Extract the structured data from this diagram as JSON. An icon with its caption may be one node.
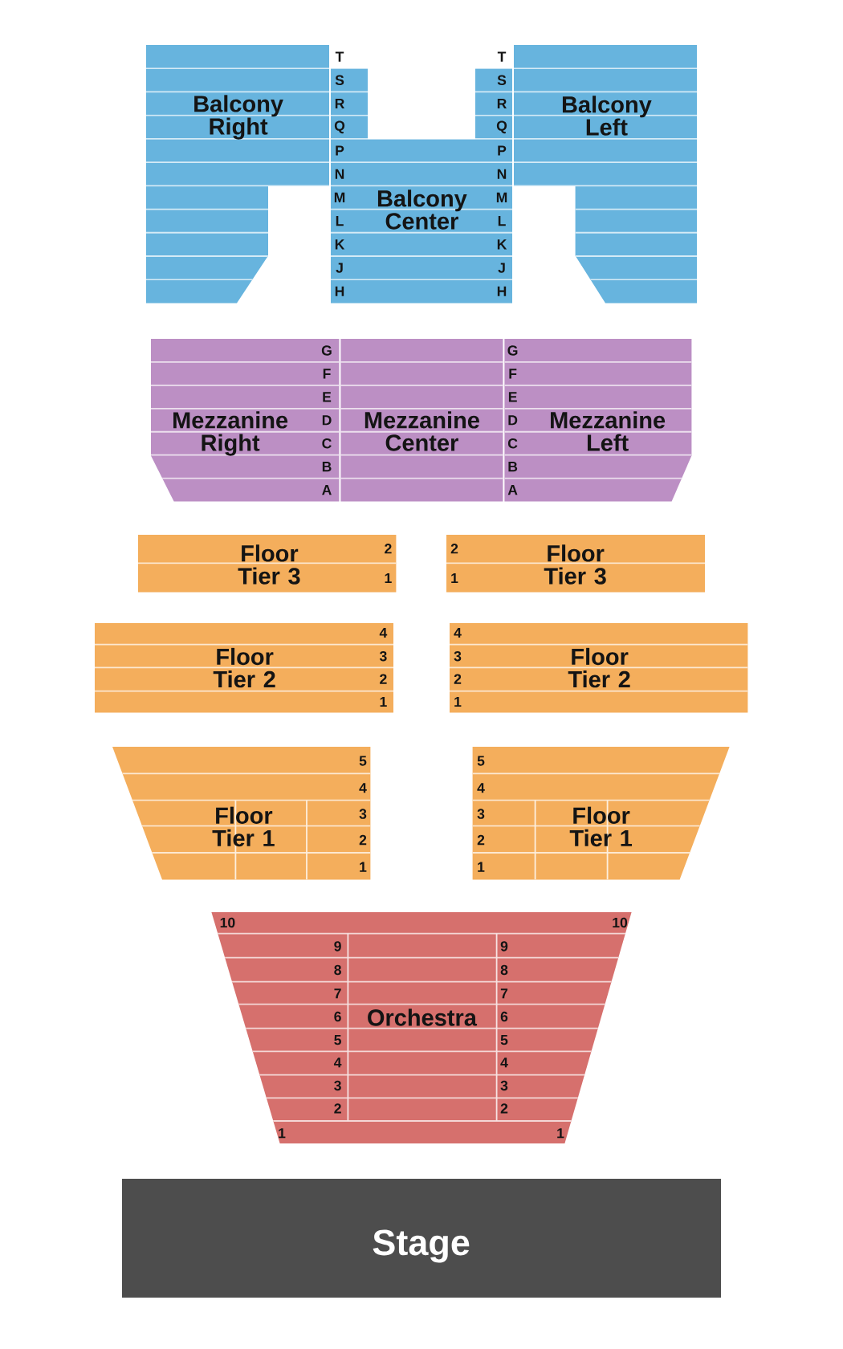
{
  "diagram": {
    "nodes": [
      {
        "text": [
          "Balcony Right"
        ]
      },
      {
        "text": [
          "Balcony Left"
        ]
      },
      {
        "text": [
          "Balcony Center"
        ]
      },
      {
        "text": [
          "Mezzanine Right"
        ]
      },
      {
        "text": [
          "Mezzanine Center"
        ]
      },
      {
        "text": [
          "Mezzanine Left"
        ]
      },
      {
        "text": [
          "Floor Tier 3"
        ]
      },
      {
        "text": [
          "Floor Tier 3"
        ]
      },
      {
        "text": [
          "Floor Tier 2"
        ]
      },
      {
        "text": [
          "Floor Tier 2"
        ]
      },
      {
        "text": [
          "Floor Tier 1"
        ]
      },
      {
        "text": [
          "Floor Tier 1"
        ]
      },
      {
        "text": [
          "Orchestra"
        ]
      },
      {
        "text": [
          "Stage"
        ]
      }
    ],
    "labels": [
      "T",
      "T",
      "S",
      "S",
      "R",
      "R",
      "Q",
      "Q",
      "P",
      "P",
      "N",
      "N",
      "M",
      "M",
      "L",
      "L",
      "K",
      "K",
      "J",
      "J",
      "H",
      "H",
      "G",
      "G",
      "F",
      "F",
      "E",
      "E",
      "D",
      "D",
      "C",
      "C",
      "B",
      "B",
      "A",
      "A",
      "2",
      "2",
      "1",
      "1",
      "4",
      "4",
      "3",
      "3",
      "2",
      "2",
      "1",
      "1",
      "5",
      "5",
      "4",
      "4",
      "3",
      "3",
      "2",
      "2",
      "1",
      "1",
      "10",
      "10",
      "9",
      "9",
      "8",
      "8",
      "7",
      "7",
      "6",
      "6",
      "5",
      "5",
      "4",
      "4",
      "3",
      "3",
      "2",
      "2",
      "1",
      "1"
    ]
  }
}
